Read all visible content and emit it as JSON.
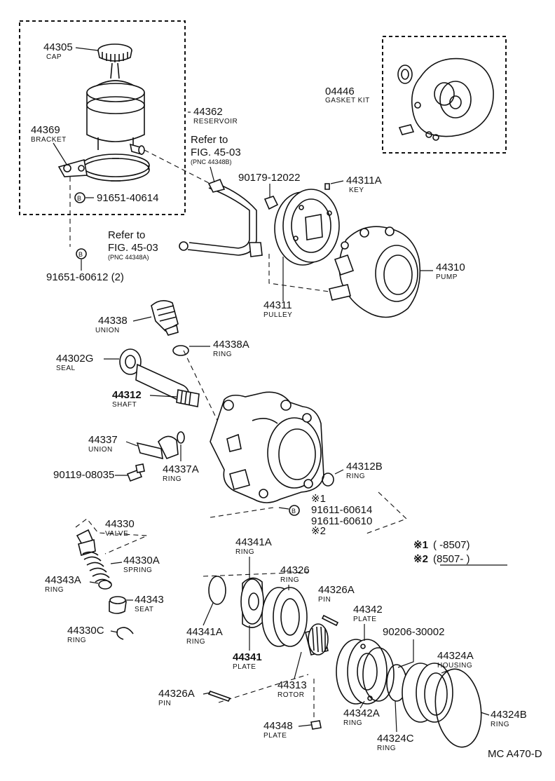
{
  "diagram": {
    "parts": {
      "p44305": {
        "number": "44305",
        "name": "CAP"
      },
      "p44362": {
        "number": "44362",
        "name": "RESERVOIR"
      },
      "p44369": {
        "number": "44369",
        "name": "BRACKET"
      },
      "b91651_40614": {
        "number": "91651-40614"
      },
      "b91651_60612": {
        "number": "91651-60612 (2)"
      },
      "p04446": {
        "number": "04446",
        "name": "GASKET KIT"
      },
      "p90179": {
        "number": "90179-12022"
      },
      "p44311A": {
        "number": "44311A",
        "name": "KEY"
      },
      "p44311": {
        "number": "44311",
        "name": "PULLEY"
      },
      "p44310": {
        "number": "44310",
        "name": "PUMP"
      },
      "p44338": {
        "number": "44338",
        "name": "UNION"
      },
      "p44338A": {
        "number": "44338A",
        "name": "RING"
      },
      "p44302G": {
        "number": "44302G",
        "name": "SEAL"
      },
      "p44312": {
        "number": "44312",
        "name": "SHAFT"
      },
      "p44337": {
        "number": "44337",
        "name": "UNION"
      },
      "p44337A": {
        "number": "44337A",
        "name": "RING"
      },
      "p90119": {
        "number": "90119-08035"
      },
      "p44312B": {
        "number": "44312B",
        "name": "RING"
      },
      "p44330": {
        "number": "44330",
        "name": "VALVE"
      },
      "p44330A": {
        "number": "44330A",
        "name": "SPRING"
      },
      "p44343A": {
        "number": "44343A",
        "name": "RING"
      },
      "p44343": {
        "number": "44343",
        "name": "SEAT"
      },
      "p44330C": {
        "number": "44330C",
        "name": "RING"
      },
      "p44341A_top": {
        "number": "44341A",
        "name": "RING"
      },
      "p44326": {
        "number": "44326",
        "name": "RING"
      },
      "p44326A_top": {
        "number": "44326A",
        "name": "PIN"
      },
      "p44342": {
        "number": "44342",
        "name": "PLATE"
      },
      "p90206": {
        "number": "90206-30002"
      },
      "p44324A": {
        "number": "44324A",
        "name": "HOUSING"
      },
      "p44341A_left": {
        "number": "44341A",
        "name": "RING"
      },
      "p44341": {
        "number": "44341",
        "name": "PLATE"
      },
      "p44313": {
        "number": "44313",
        "name": "ROTOR"
      },
      "p44326A_bottom": {
        "number": "44326A",
        "name": "PIN"
      },
      "p44342A": {
        "number": "44342A",
        "name": "RING"
      },
      "p44324C": {
        "number": "44324C",
        "name": "RING"
      },
      "p44324B": {
        "number": "44324B",
        "name": "RING"
      },
      "p44348": {
        "number": "44348",
        "name": "PLATE"
      }
    },
    "refs": {
      "ref1": {
        "line1": "Refer to",
        "line2": "FIG. 45-03",
        "pnc": "(PNC 44348B)"
      },
      "ref2": {
        "line1": "Refer to",
        "line2": "FIG. 45-03",
        "pnc": "(PNC 44348A)"
      }
    },
    "bolts": {
      "mark1": "※1",
      "bolt1": "91611-60614",
      "bolt2": "91611-60610",
      "mark2": "※2"
    },
    "legend": {
      "row1_mark": "※1",
      "row1_text": "(        -8507)",
      "row2_mark": "※2",
      "row2_text": "(8507-        )"
    },
    "bolt_symbol": "B",
    "figure_code": "MC A470-D"
  }
}
